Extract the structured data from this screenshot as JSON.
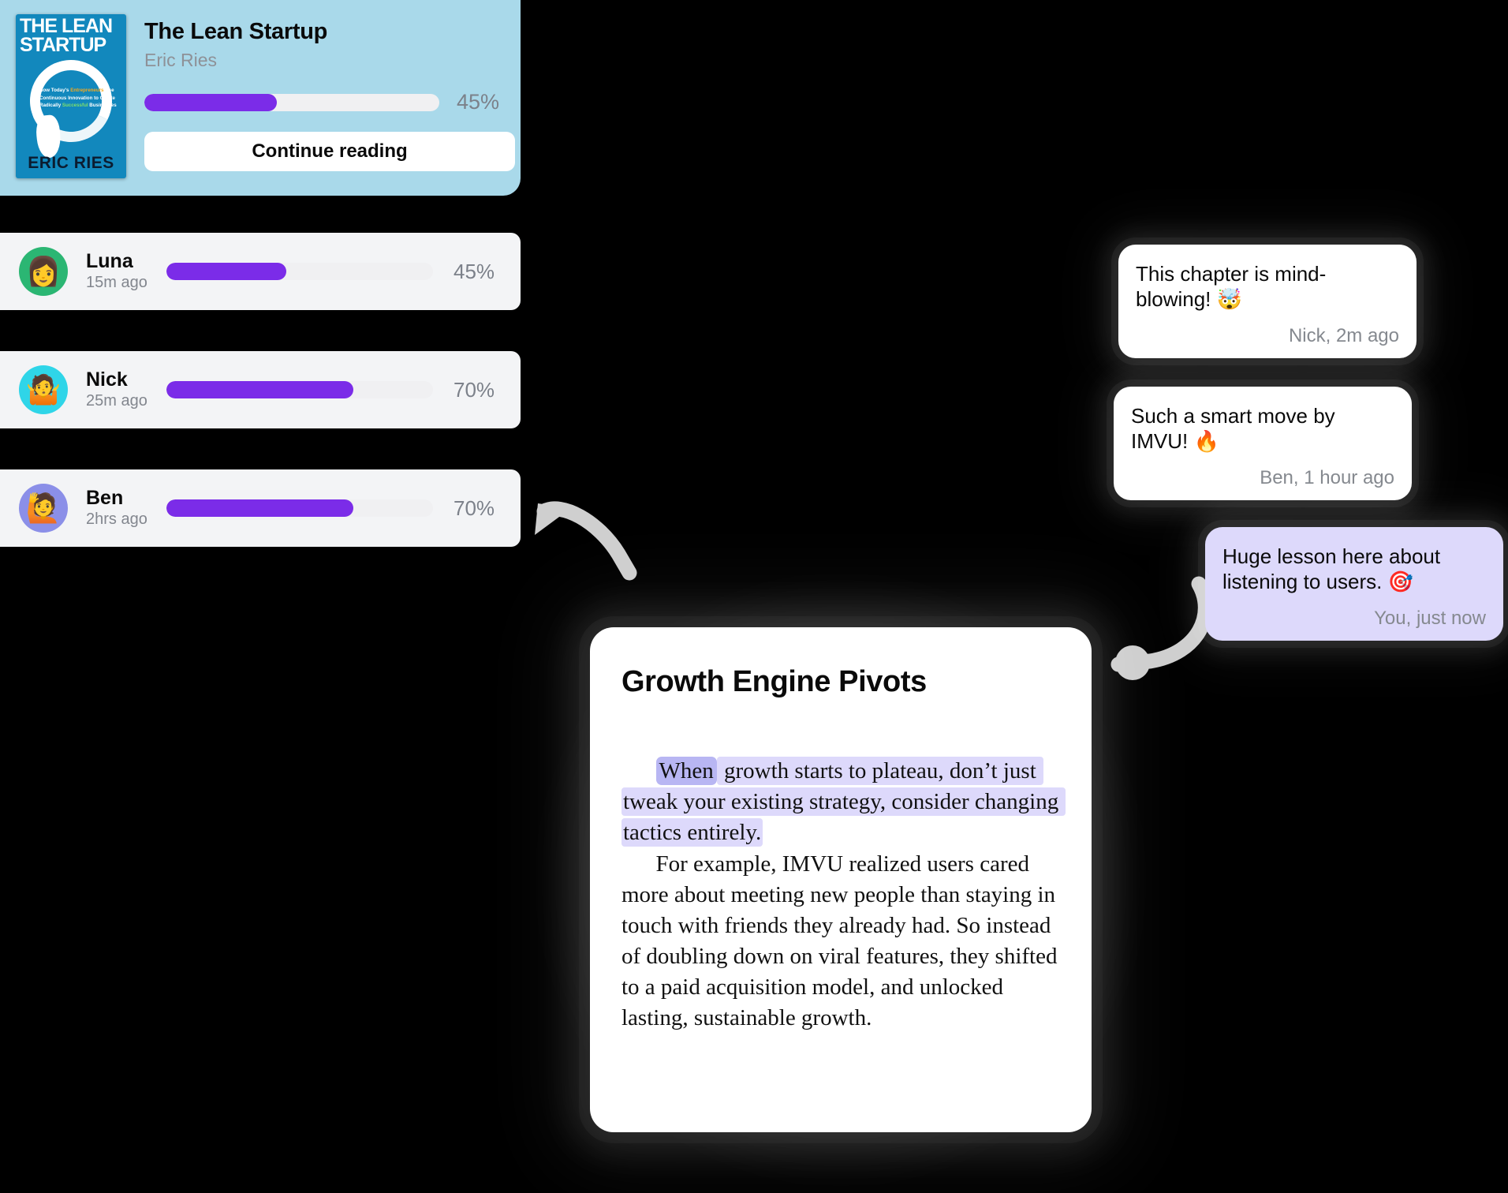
{
  "book": {
    "cover": {
      "title_line1": "THE LEAN",
      "title_line2": "STARTUP",
      "blurb_line1_a": "How Today's ",
      "blurb_line1_b": "Entrepreneurs",
      "blurb_line1_c": " Use",
      "blurb_line2": "Continuous Innovation to Create",
      "blurb_line3_a": "Radically ",
      "blurb_line3_b": "Successful",
      "blurb_line3_c": " Businesses",
      "author": "ERIC RIES"
    },
    "title": "The Lean Startup",
    "author": "Eric Ries",
    "progress_pct": 45,
    "progress_label": "45%",
    "continue_label": "Continue reading",
    "accent_color": "#7b2ce8",
    "card_color": "#a9d9ea"
  },
  "readers": [
    {
      "name": "Luna",
      "time": "15m ago",
      "progress_pct": 45,
      "progress_label": "45%",
      "avatar_emoji": "👩",
      "avatar_color": "#2bb673"
    },
    {
      "name": "Nick",
      "time": "25m ago",
      "progress_pct": 70,
      "progress_label": "70%",
      "avatar_emoji": "🤷",
      "avatar_color": "#2fd5e8"
    },
    {
      "name": "Ben",
      "time": "2hrs ago",
      "progress_pct": 70,
      "progress_label": "70%",
      "avatar_emoji": "🙋",
      "avatar_color": "#8b8fe8"
    }
  ],
  "reading_card": {
    "title": "Growth Engine Pivots",
    "highlight_strong": "When",
    "highlight_rest": " growth starts to plateau, don’t just tweak your existing strategy, consider changing tactics entirely.",
    "body_rest": "For example, IMVU realized users cared more about meeting new people than staying in touch with friends they already had. So instead of doubling down on viral features, they shifted to a paid acquisition model, and unlocked lasting, sustainable growth."
  },
  "comments": [
    {
      "text": "This chapter is mind-blowing! ",
      "emoji": "🤯",
      "meta": "Nick, 2m ago",
      "style": "white"
    },
    {
      "text": "Such a smart move by IMVU! ",
      "emoji": "🔥",
      "meta": "Ben, 1 hour ago",
      "style": "white"
    },
    {
      "text": "Huge lesson here about listening to users. ",
      "emoji": "🎯",
      "meta": "You, just now",
      "style": "purple"
    }
  ]
}
